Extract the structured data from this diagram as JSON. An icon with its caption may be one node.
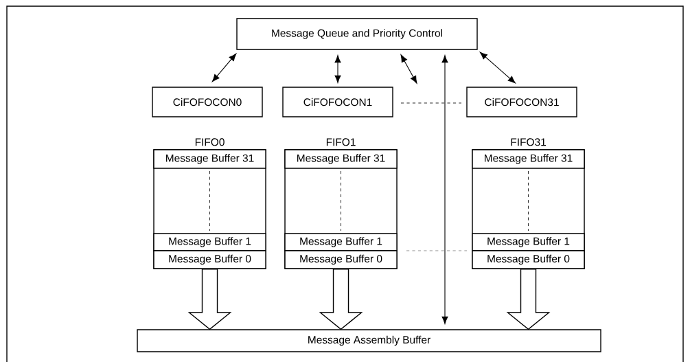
{
  "diagram": {
    "nodes": [
      {
        "text": [
          "Message Queue and Priority Control"
        ]
      },
      {
        "text": [
          "CiFOFOCON0"
        ]
      },
      {
        "text": [
          "CiFOFOCON1"
        ]
      },
      {
        "text": [
          "CiFOFOCON31"
        ]
      },
      {
        "text": [
          "FIFO0"
        ]
      },
      {
        "text": [
          "Message Buffer 31"
        ],
        "in": 4
      },
      {
        "text": [
          "Message Buffer 1"
        ],
        "in": 4
      },
      {
        "text": [
          "Message Buffer 0"
        ],
        "in": 4
      },
      {
        "text": [
          "FIFO1"
        ]
      },
      {
        "text": [
          "Message Buffer 31"
        ],
        "in": 8
      },
      {
        "text": [
          "Message Buffer 1"
        ],
        "in": 8
      },
      {
        "text": [
          "Message Buffer 0"
        ],
        "in": 8
      },
      {
        "text": [
          "FIFO31"
        ]
      },
      {
        "text": [
          "Message Buffer 31"
        ],
        "in": 12
      },
      {
        "text": [
          "Message Buffer 1"
        ],
        "in": 12
      },
      {
        "text": [
          "Message Buffer 0"
        ],
        "in": 12
      },
      {
        "text": [
          "Message Assembly Buffer"
        ]
      }
    ],
    "edges": [
      {
        "from": 0,
        "to": 1,
        "arrow": "both"
      },
      {
        "from": 0,
        "to": 2,
        "arrow": "both"
      },
      {
        "from": 0,
        "to": null,
        "arrow": "both"
      },
      {
        "from": 0,
        "to": 16,
        "arrow": "both"
      },
      {
        "from": 0,
        "to": 3,
        "arrow": "both"
      },
      {
        "from": 4,
        "to": 16,
        "arrow": "to",
        "style": "thick"
      },
      {
        "from": 8,
        "to": 16,
        "arrow": "to",
        "style": "thick"
      },
      {
        "from": 12,
        "to": 16,
        "arrow": "to",
        "style": "thick"
      }
    ]
  }
}
